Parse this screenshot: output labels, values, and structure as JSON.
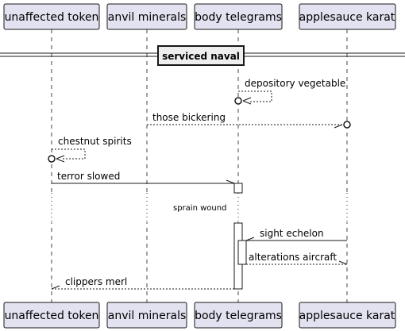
{
  "diagram": {
    "participants": [
      {
        "id": "unaffected",
        "label": "unaffected token"
      },
      {
        "id": "anvil",
        "label": "anvil minerals"
      },
      {
        "id": "body",
        "label": "body telegrams"
      },
      {
        "id": "applesauce",
        "label": "applesauce karat"
      }
    ],
    "divider": {
      "label": "serviced naval"
    },
    "messages": [
      {
        "id": "m1",
        "from": "body",
        "to": "body",
        "label": "depository vegetable",
        "style": "dashed",
        "head": "circle",
        "self": true
      },
      {
        "id": "m2",
        "from": "anvil",
        "to": "applesauce",
        "label": "those bickering",
        "style": "dashed",
        "head": "circle"
      },
      {
        "id": "m3",
        "from": "unaffected",
        "to": "unaffected",
        "label": "chestnut spirits",
        "style": "dashed",
        "head": "circle",
        "self": true
      },
      {
        "id": "m4",
        "from": "unaffected",
        "to": "body",
        "label": "terror slowed",
        "style": "solid",
        "head": "half-arrow"
      },
      {
        "id": "m5",
        "from": "applesauce",
        "to": "body",
        "label": "sight echelon",
        "style": "solid",
        "head": "half-arrow"
      },
      {
        "id": "m6",
        "from": "body",
        "to": "applesauce",
        "label": "alterations aircraft",
        "style": "dashed",
        "head": "half-arrow"
      },
      {
        "id": "m7",
        "from": "body",
        "to": "unaffected",
        "label": "clippers merl",
        "style": "dashed",
        "head": "half-arrow"
      }
    ],
    "delay": {
      "label": "sprain wound"
    },
    "colors": {
      "participant_fill": "#E2E2F0",
      "participant_border": "#181818",
      "lifeline": "#181818",
      "divider_fill": "#EEEEEE"
    }
  }
}
